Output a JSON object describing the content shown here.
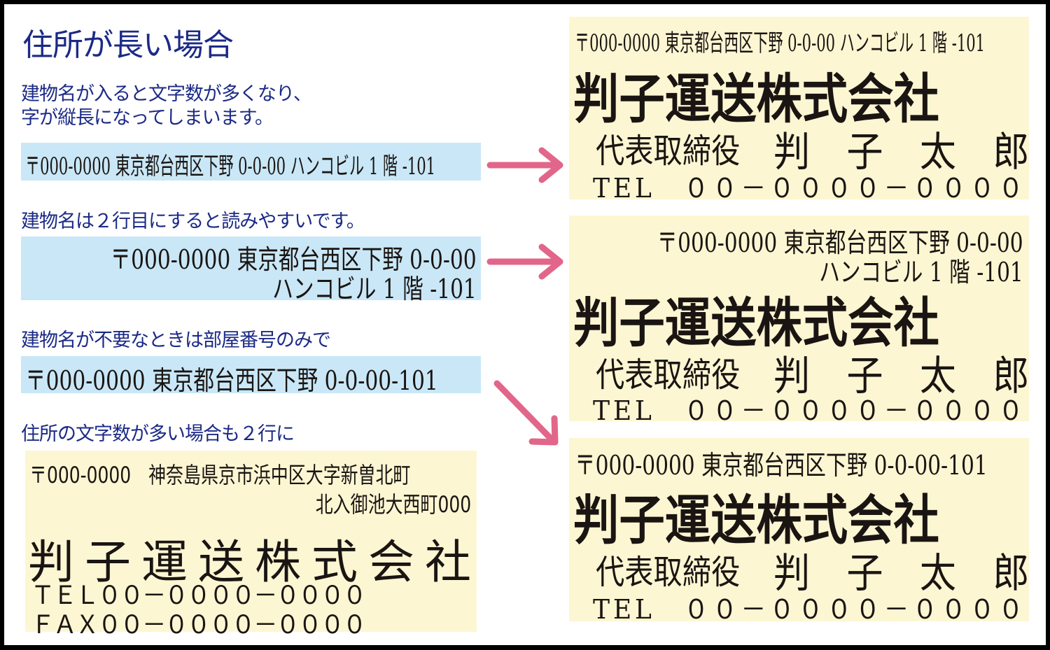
{
  "title": "住所が長い場合",
  "left": {
    "sections": [
      {
        "caption_lines": [
          "建物名が入ると文字数が多くなり、",
          "字が縦長になってしまいます。"
        ],
        "address_lines": [
          "〒000-0000 東京都台西区下野 0-0-00 ハンコビル 1 階 -101"
        ]
      },
      {
        "caption_lines": [
          "建物名は２行目にすると読みやすいです。"
        ],
        "address_lines": [
          "〒000-0000 東京都台西区下野 0-0-00",
          "ハンコビル 1 階 -101"
        ]
      },
      {
        "caption_lines": [
          "建物名が不要なときは部屋番号のみで"
        ],
        "address_lines": [
          "〒000-0000 東京都台西区下野 0-0-00-101"
        ]
      },
      {
        "caption_lines": [
          "住所の文字数が多い場合も２行に"
        ],
        "stamp": {
          "address_lines": [
            "〒000-0000　神奈島県京市浜中区大字新曽北町",
            "北入御池大西町000"
          ],
          "company": "判子運送株式会社",
          "tel": "ＴＥＬ００－００００－００００",
          "fax": "ＦＡＸ００－００００－００００"
        }
      }
    ]
  },
  "right": {
    "stamps": [
      {
        "address_lines": [
          "〒000-0000 東京都台西区下野 0-0-00 ハンコビル 1 階 -101"
        ],
        "company": "判子運送株式会社",
        "title_label": "代表取締役",
        "person": "判　子　太　郎",
        "tel": "TEL　００－００００－００００"
      },
      {
        "address_lines": [
          "〒000-0000 東京都台西区下野 0-0-00",
          "ハンコビル 1 階 -101"
        ],
        "company": "判子運送株式会社",
        "title_label": "代表取締役",
        "person": "判　子　太　郎",
        "tel": "TEL　００－００００－００００"
      },
      {
        "address_lines": [
          "〒000-0000 東京都台西区下野 0-0-00-101"
        ],
        "company": "判子運送株式会社",
        "title_label": "代表取締役",
        "person": "判　子　太　郎",
        "tel": "TEL　００－００００－００００"
      }
    ]
  },
  "colors": {
    "heading": "#1b2a86",
    "blue_box": "#c9e7f7",
    "cream_box": "#fdf6d3",
    "arrow": "#e2668a",
    "frame": "#000000"
  },
  "arrows": [
    "arrow-right",
    "arrow-right",
    "arrow-down-right"
  ]
}
